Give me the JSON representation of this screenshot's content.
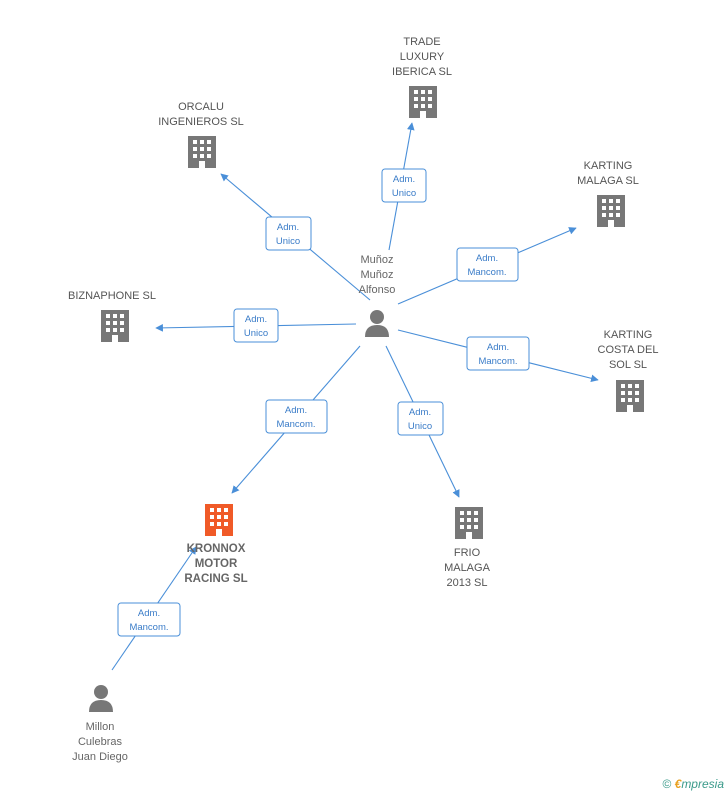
{
  "companies": [
    {
      "id": "trade",
      "lines": [
        "TRADE",
        "LUXURY",
        "IBERICA SL"
      ],
      "focus": false
    },
    {
      "id": "orcalu",
      "lines": [
        "ORCALU",
        "INGENIEROS SL"
      ],
      "focus": false
    },
    {
      "id": "karting-malaga",
      "lines": [
        "KARTING",
        "MALAGA SL"
      ],
      "focus": false
    },
    {
      "id": "biznaphone",
      "lines": [
        "BIZNAPHONE SL"
      ],
      "focus": false
    },
    {
      "id": "karting-costa",
      "lines": [
        "KARTING",
        "COSTA DEL",
        "SOL SL"
      ],
      "focus": false
    },
    {
      "id": "frio",
      "lines": [
        "FRIO",
        "MALAGA",
        "2013  SL"
      ],
      "focus": false
    },
    {
      "id": "kronnox",
      "lines": [
        "KRONNOX",
        "MOTOR",
        "RACING SL"
      ],
      "focus": true
    }
  ],
  "people": [
    {
      "id": "munoz",
      "lines": [
        "Muñoz",
        "Muñoz",
        "Alfonso"
      ]
    },
    {
      "id": "millon",
      "lines": [
        "Millon",
        "Culebras",
        "Juan Diego"
      ]
    }
  ],
  "roles": [
    {
      "id": "r-trade",
      "lines": [
        "Adm.",
        "Unico"
      ]
    },
    {
      "id": "r-orcalu",
      "lines": [
        "Adm.",
        "Unico"
      ]
    },
    {
      "id": "r-karting-malaga",
      "lines": [
        "Adm.",
        "Mancom."
      ]
    },
    {
      "id": "r-biznaphone",
      "lines": [
        "Adm.",
        "Unico"
      ]
    },
    {
      "id": "r-karting-costa",
      "lines": [
        "Adm.",
        "Mancom."
      ]
    },
    {
      "id": "r-kronnox",
      "lines": [
        "Adm.",
        "Mancom."
      ]
    },
    {
      "id": "r-frio",
      "lines": [
        "Adm.",
        "Unico"
      ]
    },
    {
      "id": "r-millon",
      "lines": [
        "Adm.",
        "Mancom."
      ]
    }
  ],
  "footer": {
    "copyright": "©",
    "brand_e": "€",
    "brand_rest": "mpresia"
  },
  "colors": {
    "edge": "#4a8fd8",
    "building": "#777777",
    "focus_building": "#f05a28"
  }
}
